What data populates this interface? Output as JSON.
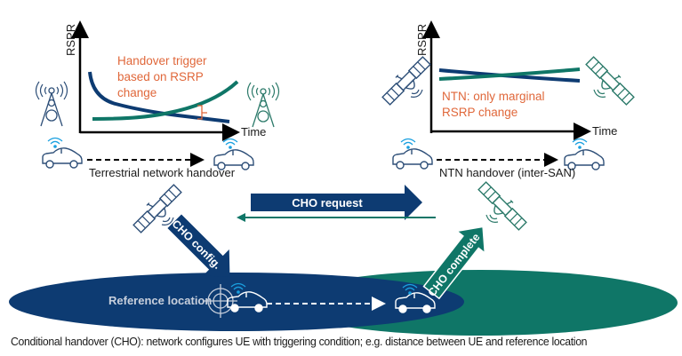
{
  "colors": {
    "navy": "#0d3b72",
    "teal": "#0f7667",
    "orange": "#e0673a",
    "wifi_blue": "#1aa0e0",
    "icon_navy": "#2e4f78",
    "icon_teal": "#2c7a6a",
    "text": "#1a1a1a"
  },
  "left_panel": {
    "y_axis_label": "RSPR",
    "x_axis_label": "Time",
    "annotation": [
      "Handover trigger",
      "based on RSRP",
      "change"
    ],
    "caption": "Terrestrial network handover",
    "left_icon": "cell-tower-icon",
    "right_icon": "cell-tower-icon"
  },
  "right_panel": {
    "y_axis_label": "RSPR",
    "x_axis_label": "Time",
    "annotation": [
      "NTN: only marginal",
      "RSRP change"
    ],
    "caption": "NTN handover (inter-SAN)",
    "left_icon": "satellite-icon",
    "right_icon": "satellite-icon"
  },
  "arrows": {
    "request": "CHO request",
    "config": "CHO config.",
    "complete": "CHO complete"
  },
  "coverage": {
    "reference_label": "Reference location"
  },
  "footer": {
    "caption": "Conditional handover (CHO): network configures UE with triggering condition; e.g. distance between UE and reference location"
  }
}
